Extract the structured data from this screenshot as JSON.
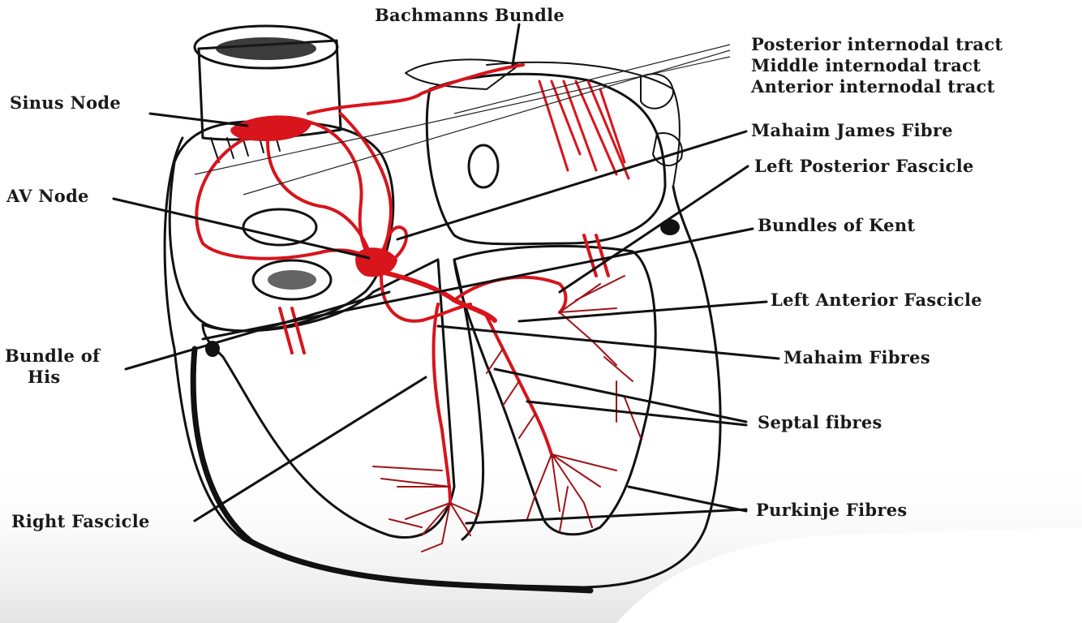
{
  "labels": {
    "bachmanns_bundle": "Bachmanns Bundle",
    "posterior_internodal": "Posterior internodal tract",
    "middle_internodal": "Middle internodal tract",
    "anterior_internodal": "Anterior internodal tract",
    "sinus_node": "Sinus Node",
    "mahaim_james": "Mahaim James Fibre",
    "left_posterior_fascicle": "Left Posterior Fascicle",
    "av_node": "AV Node",
    "bundles_of_kent": "Bundles of Kent",
    "left_anterior_fascicle": "Left Anterior Fascicle",
    "bundle_of_his_1": "Bundle of",
    "bundle_of_his_2": "His",
    "mahaim_fibres": "Mahaim Fibres",
    "septal_fibres": "Septal fibres",
    "right_fascicle": "Right Fascicle",
    "purkinje_fibres": "Purkinje Fibres"
  },
  "colors": {
    "conduction_pathway": "#d8141c",
    "purkinje_network": "#9e1318",
    "outline": "#111111"
  }
}
